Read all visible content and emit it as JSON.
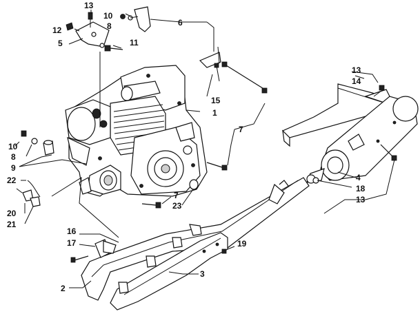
{
  "diagram": {
    "callouts": [
      {
        "id": "c13a",
        "text": "13"
      },
      {
        "id": "c10a",
        "text": "10"
      },
      {
        "id": "c8a",
        "text": "8"
      },
      {
        "id": "c12",
        "text": "12"
      },
      {
        "id": "c5",
        "text": "5"
      },
      {
        "id": "c11",
        "text": "11"
      },
      {
        "id": "c6",
        "text": "6"
      },
      {
        "id": "c13b",
        "text": "13"
      },
      {
        "id": "c14",
        "text": "14"
      },
      {
        "id": "c15",
        "text": "15"
      },
      {
        "id": "c1",
        "text": "1"
      },
      {
        "id": "c7a",
        "text": "7"
      },
      {
        "id": "c10b",
        "text": "10"
      },
      {
        "id": "c8b",
        "text": "8"
      },
      {
        "id": "c9",
        "text": "9"
      },
      {
        "id": "c22",
        "text": "22"
      },
      {
        "id": "c20",
        "text": "20"
      },
      {
        "id": "c21",
        "text": "21"
      },
      {
        "id": "c4",
        "text": "4"
      },
      {
        "id": "c18",
        "text": "18"
      },
      {
        "id": "c13c",
        "text": "13"
      },
      {
        "id": "c7b",
        "text": "7"
      },
      {
        "id": "c23",
        "text": "23"
      },
      {
        "id": "c16",
        "text": "16"
      },
      {
        "id": "c17",
        "text": "17"
      },
      {
        "id": "c19",
        "text": "19"
      },
      {
        "id": "c2",
        "text": "2"
      },
      {
        "id": "c3",
        "text": "3"
      }
    ]
  }
}
